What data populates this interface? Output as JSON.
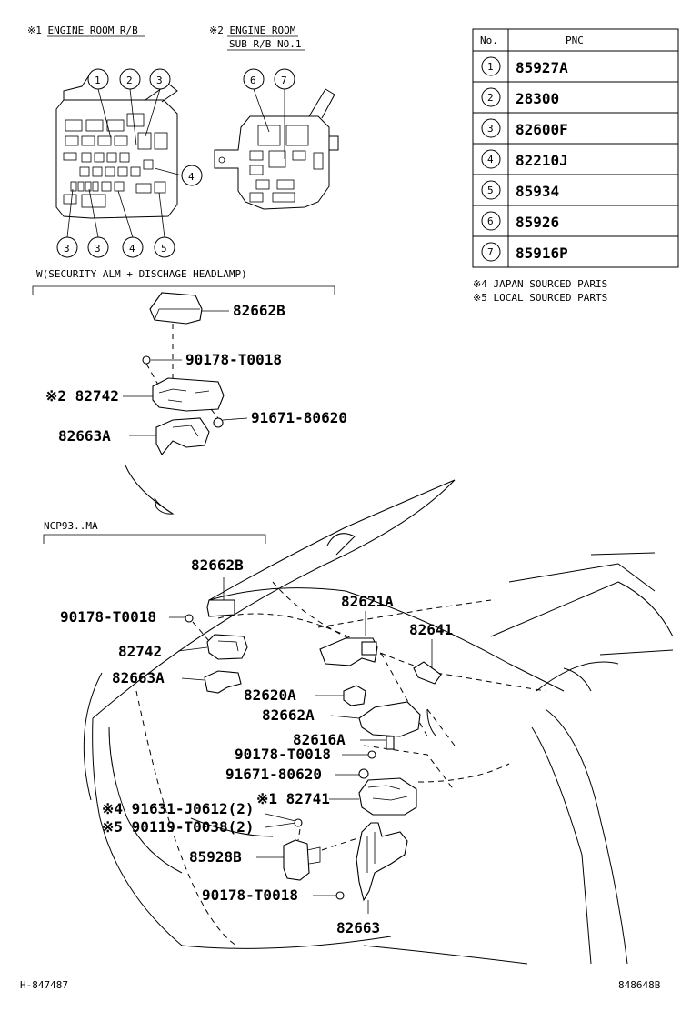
{
  "inset": {
    "note1": "※1 ENGINE ROOM R/B",
    "note2_line1": "※2 ENGINE ROOM",
    "note2_line2": "SUB R/B NO.1",
    "callouts_rb1_top": [
      "1",
      "2",
      "3"
    ],
    "callouts_rb1_right": "4",
    "callouts_rb1_bottom": [
      "3",
      "3",
      "4",
      "5"
    ],
    "callouts_rb2_top": [
      "6",
      "7"
    ]
  },
  "pnc_table": {
    "header_no": "No.",
    "header_pnc": "PNC",
    "rows": [
      {
        "no": "1",
        "pnc": "85927A"
      },
      {
        "no": "2",
        "pnc": "28300"
      },
      {
        "no": "3",
        "pnc": "82600F"
      },
      {
        "no": "4",
        "pnc": "82210J"
      },
      {
        "no": "5",
        "pnc": "85934"
      },
      {
        "no": "6",
        "pnc": "85926"
      },
      {
        "no": "7",
        "pnc": "85916P"
      }
    ],
    "note4": "※4 JAPAN SOURCED PARIS",
    "note5": "※5 LOCAL SOURCED PARTS"
  },
  "upper_group": {
    "title": "W(SECURITY ALM + DISCHAGE HEADLAMP)",
    "labels": {
      "p82662B": "82662B",
      "p90178": "90178-T0018",
      "p82742": "※2 82742",
      "p91671": "91671-80620",
      "p82663A": "82663A"
    }
  },
  "lower_group": {
    "title": "NCP93..MA",
    "labels": {
      "p82662B": "82662B",
      "p90178a": "90178-T0018",
      "p82742": "82742",
      "p82663A": "82663A",
      "p82621A": "82621A",
      "p82641": "82641",
      "p82620A": "82620A",
      "p82662A": "82662A",
      "p82616A": "82616A",
      "p90178b": "90178-T0018",
      "p91671": "91671-80620",
      "p91631": "※4 91631-J0612(2)",
      "p82741": "※1 82741",
      "p90119": "※5 90119-T0038(2)",
      "p85928B": "85928B",
      "p90178c": "90178-T0018",
      "p82663": "82663"
    }
  },
  "footer": {
    "left": "H-847487",
    "right": "848648B"
  }
}
